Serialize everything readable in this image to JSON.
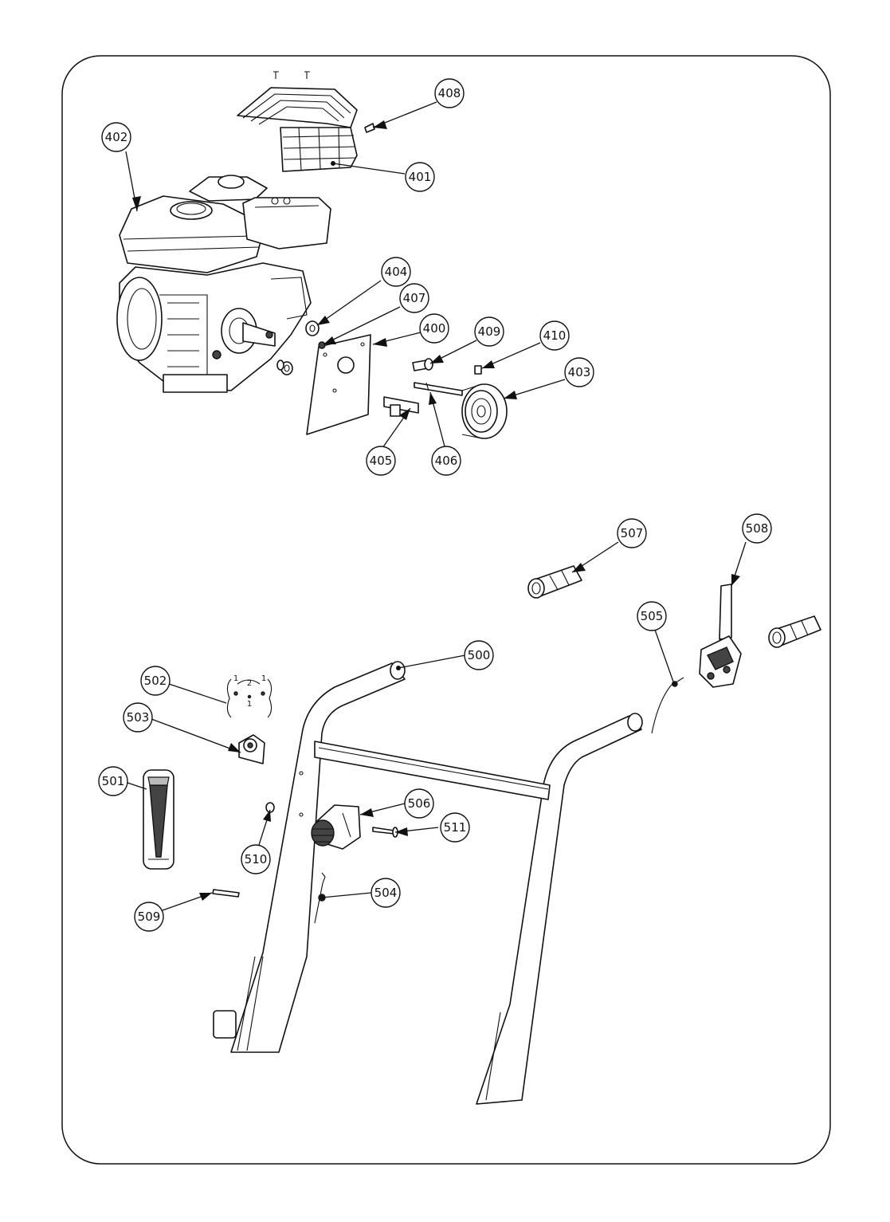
{
  "callouts": [
    {
      "id": "c400",
      "label": "400"
    },
    {
      "id": "c401",
      "label": "401"
    },
    {
      "id": "c402",
      "label": "402"
    },
    {
      "id": "c403",
      "label": "403"
    },
    {
      "id": "c404",
      "label": "404"
    },
    {
      "id": "c405",
      "label": "405"
    },
    {
      "id": "c406",
      "label": "406"
    },
    {
      "id": "c407",
      "label": "407"
    },
    {
      "id": "c408",
      "label": "408"
    },
    {
      "id": "c409",
      "label": "409"
    },
    {
      "id": "c410",
      "label": "410"
    },
    {
      "id": "c500",
      "label": "500"
    },
    {
      "id": "c501",
      "label": "501"
    },
    {
      "id": "c502",
      "label": "502"
    },
    {
      "id": "c503",
      "label": "503"
    },
    {
      "id": "c504",
      "label": "504"
    },
    {
      "id": "c505",
      "label": "505"
    },
    {
      "id": "c506",
      "label": "506"
    },
    {
      "id": "c507",
      "label": "507"
    },
    {
      "id": "c508",
      "label": "508"
    },
    {
      "id": "c509",
      "label": "509"
    },
    {
      "id": "c510",
      "label": "510"
    },
    {
      "id": "c511",
      "label": "511"
    }
  ],
  "decal": {
    "top_left": "1",
    "top_mid": "2",
    "top_right": "1",
    "bottom_mid": "1"
  }
}
